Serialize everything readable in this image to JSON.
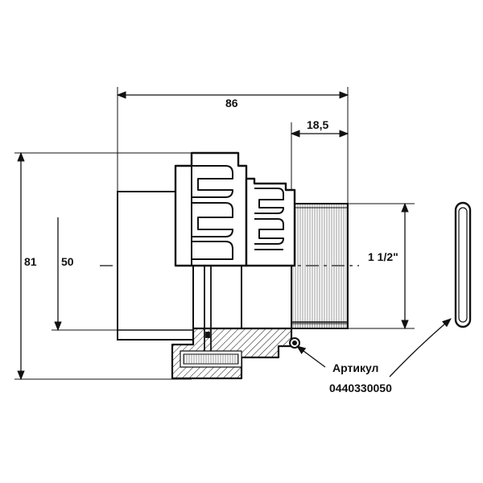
{
  "dimensions": {
    "overall_length": "86",
    "thread_length": "18,5",
    "overall_height": "81",
    "pipe_diameter": "50",
    "thread_size": "1 1/2\""
  },
  "article": {
    "label": "Артикул",
    "number": "0440330050"
  },
  "colors": {
    "line": "#111111",
    "background": "#ffffff"
  }
}
